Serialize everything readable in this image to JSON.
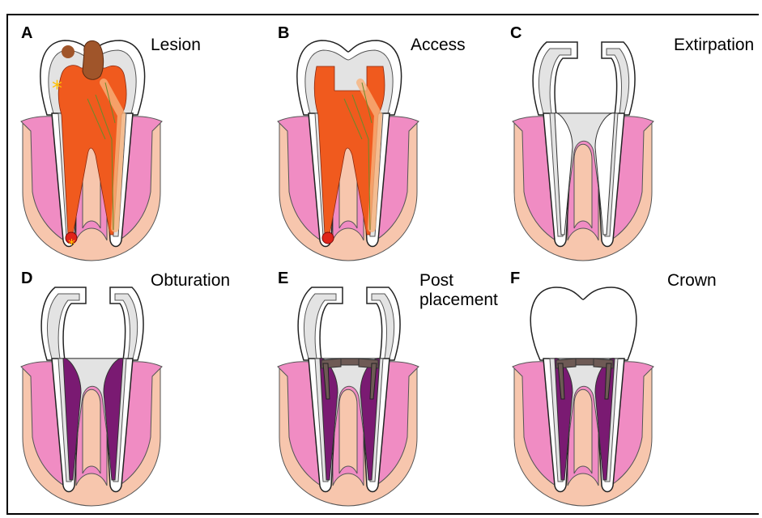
{
  "panels": [
    {
      "letter": "A",
      "title": "Lesion",
      "state": "lesion"
    },
    {
      "letter": "B",
      "title": "Access",
      "state": "access"
    },
    {
      "letter": "C",
      "title": "Extirpation",
      "state": "extirpation"
    },
    {
      "letter": "D",
      "title": "Obturation",
      "state": "obturation"
    },
    {
      "letter": "E",
      "title": "Post\nplacement",
      "state": "post"
    },
    {
      "letter": "F",
      "title": "Crown",
      "state": "crown"
    }
  ],
  "colors": {
    "gum": "#f08cc3",
    "bone": "#f7c6ad",
    "enamel": "#e3e3e3",
    "pulp": "#f05a1e",
    "pulp_light": "#f8b27a",
    "filling": "#7a1a72",
    "post": "#6e5a55",
    "lesion": "#a0552a",
    "abscess": "#e0241a",
    "nerve": "#6a8a2a",
    "star": "#ffc000"
  }
}
